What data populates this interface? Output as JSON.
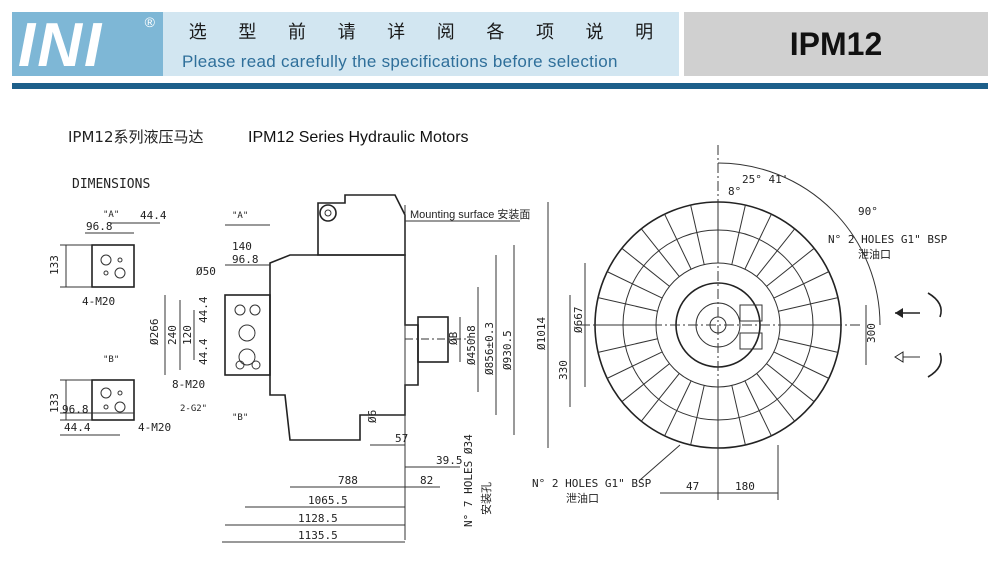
{
  "header": {
    "logo": "INI",
    "logo_reg": "®",
    "title_cn": [
      "选",
      "型",
      "前",
      "请",
      "详",
      "阅",
      "各",
      "项",
      "说",
      "明"
    ],
    "title_en": "Please read carefully the specifications before selection",
    "model": "IPM12"
  },
  "drawing": {
    "title_cn": "IPM12系列液压马达",
    "title_en": "IPM12 Series Hydraulic Motors",
    "section": "DIMENSIONS",
    "view_a": {
      "label": "\"A\"",
      "dims": [
        "44.4",
        "96.8",
        "133",
        "4-M20"
      ]
    },
    "view_b": {
      "label": "\"B\"",
      "dims": [
        "133",
        "96.8",
        "44.4",
        "4-M20"
      ]
    },
    "side": {
      "a_marker": "\"A\"",
      "b_marker": "\"B\"",
      "dims_top": [
        "140",
        "96.8"
      ],
      "dia50": "Ø50",
      "dims_left": [
        "Ø266",
        "240",
        "120",
        "44.4",
        "44.4"
      ],
      "bolt": "8-M20",
      "g": "2-G2\"",
      "mounting": "Mounting surface 安装面",
      "dims_right": [
        "ØB",
        "Ø450h8",
        "Ø856±0.3",
        "Ø930.5"
      ],
      "dia6": "Ø6",
      "bottom": [
        "57",
        "39.5",
        "82",
        "788",
        "1065.5",
        "1128.5",
        "1135.5"
      ],
      "holes7": "N° 7 HOLES Ø34",
      "holes7_cn": "安装孔"
    },
    "front": {
      "angle1": "25° 41'",
      "angle2": "8°",
      "angle3": "90°",
      "holes_top": "N° 2 HOLES G1\" BSP",
      "holes_top_cn": "泄油口",
      "d1014": "Ø1014",
      "d667": "Ø667",
      "d330": "330",
      "d300": "300",
      "holes_bottom": "N° 2 HOLES G1\" BSP",
      "holes_bottom_cn": "泄油口",
      "d47": "47",
      "d180": "180"
    }
  }
}
